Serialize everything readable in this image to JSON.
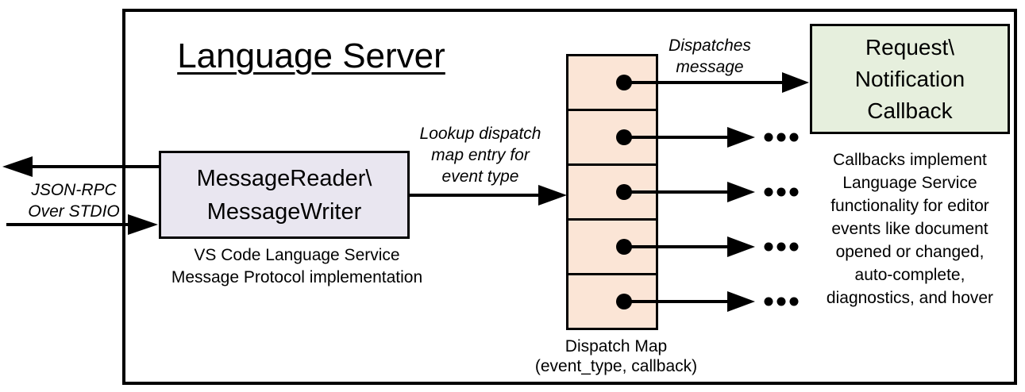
{
  "colors": {
    "ink": "#000000",
    "reader_box_fill": "#e9e6f0",
    "dispatch_map_fill": "#fbe5d6",
    "callback_box_fill": "#e6efdd",
    "background": "#ffffff"
  },
  "outer": {
    "title": "Language Server"
  },
  "stdio": {
    "label": "JSON-RPC\nOver STDIO"
  },
  "reader": {
    "label": "MessageReader\\\nMessageWriter",
    "caption": "VS Code Language Service\nMessage Protocol implementation"
  },
  "lookup": {
    "label": "Lookup dispatch\nmap entry for\nevent type"
  },
  "dispatch": {
    "label": "Dispatches\nmessage",
    "caption": "Dispatch Map\n(event_type, callback)",
    "cell_count": 5
  },
  "callback": {
    "label": "Request\\\nNotification\nCallback",
    "note": "Callbacks implement\nLanguage Service\nfunctionality for editor\nevents like document\nopened or changed,\nauto-complete,\ndiagnostics, and hover"
  }
}
